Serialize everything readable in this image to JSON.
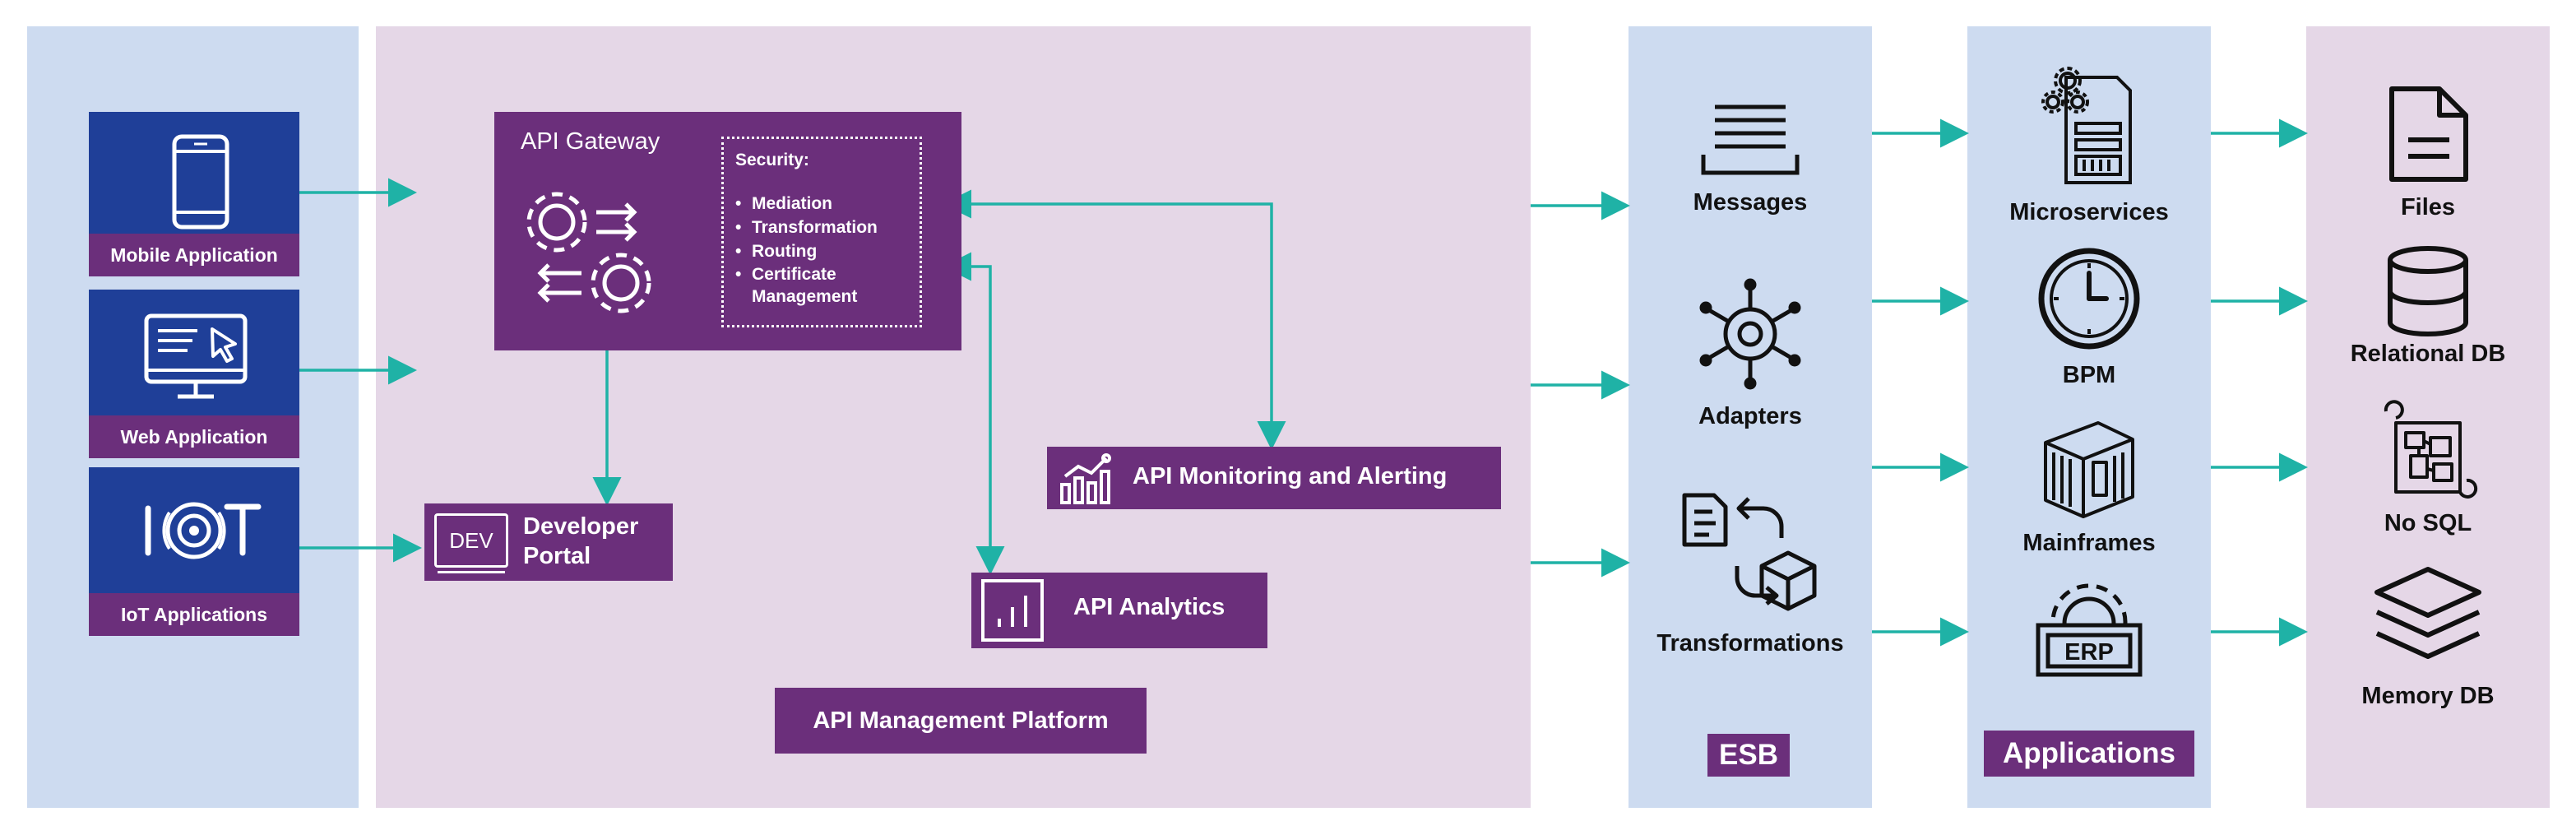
{
  "colors": {
    "left_panel": "#cddbf0",
    "platform_panel": "#e5d7e7",
    "esb_panel": "#cddbf0",
    "apps_panel": "#cddbf0",
    "data_panel": "#e5d7e7",
    "purple": "#6b2f7b",
    "client_blue": "#1f3f98",
    "arrow_teal": "#1fb2a6"
  },
  "clients": [
    {
      "label": "Mobile Application",
      "icon": "smartphone-icon"
    },
    {
      "label": "Web Application",
      "icon": "desktop-cursor-icon"
    },
    {
      "label": "IoT Applications",
      "icon": "iot-icon"
    }
  ],
  "gateway": {
    "title": "API Gateway",
    "icon": "gears-arrows-icon",
    "security_title": "Security:",
    "security_items": [
      "Mediation",
      "Transformation",
      "Routing",
      "Certificate Management"
    ]
  },
  "developer_portal": {
    "badge": "DEV",
    "line1": "Developer",
    "line2": "Portal",
    "icon": "dev-badge-icon"
  },
  "monitoring": {
    "label": "API Monitoring and Alerting",
    "icon": "line-chart-icon"
  },
  "analytics": {
    "label": "API Analytics",
    "icon": "bar-chart-icon"
  },
  "platform": {
    "label": "API Management Platform"
  },
  "esb": {
    "label": "ESB",
    "items": [
      {
        "label": "Messages",
        "icon": "message-stack-icon"
      },
      {
        "label": "Adapters",
        "icon": "adapter-hub-icon"
      },
      {
        "label": "Transformations",
        "icon": "transform-icon"
      }
    ]
  },
  "applications": {
    "label": "Applications",
    "items": [
      {
        "label": "Microservices",
        "icon": "microservices-icon"
      },
      {
        "label": "BPM",
        "icon": "clock-icon"
      },
      {
        "label": "Mainframes",
        "icon": "mainframe-icon"
      },
      {
        "label": "ERP",
        "icon": "erp-icon"
      }
    ]
  },
  "data_stores": [
    {
      "label": "Files",
      "icon": "file-icon"
    },
    {
      "label": "Relational DB",
      "icon": "database-icon"
    },
    {
      "label": "No SQL",
      "icon": "nosql-icon"
    },
    {
      "label": "Memory DB",
      "icon": "layers-icon"
    }
  ]
}
